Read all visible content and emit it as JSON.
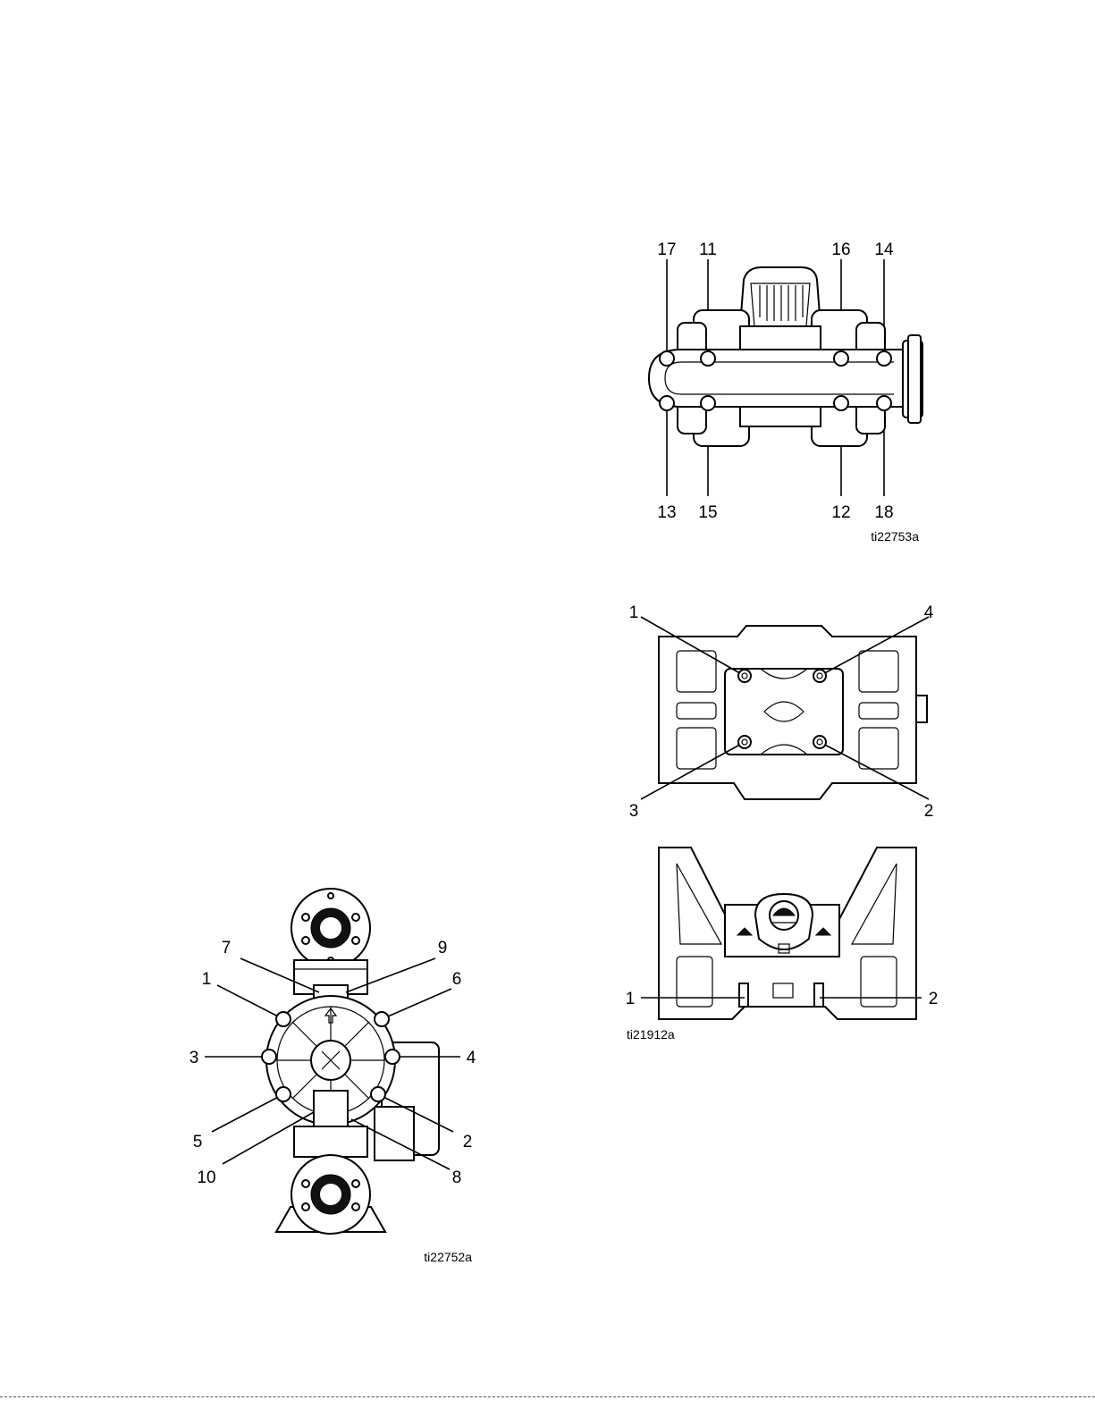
{
  "figures": [
    {
      "id": "top_view",
      "caption": "ti22753a",
      "callouts": [
        "17",
        "11",
        "16",
        "14",
        "13",
        "15",
        "12",
        "18"
      ]
    },
    {
      "id": "center_section_view",
      "caption": "",
      "callouts": [
        "1",
        "4",
        "3",
        "2"
      ]
    },
    {
      "id": "center_section_rear_view",
      "caption": "ti21912a",
      "callouts": [
        "1",
        "2"
      ]
    },
    {
      "id": "front_view",
      "caption": "ti22752a",
      "callouts": [
        "7",
        "9",
        "1",
        "6",
        "3",
        "4",
        "5",
        "2",
        "10",
        "8"
      ]
    }
  ]
}
